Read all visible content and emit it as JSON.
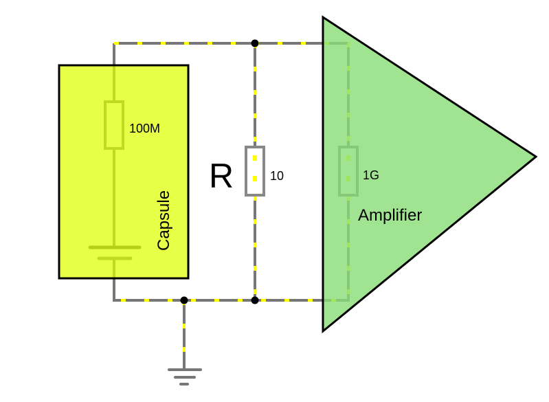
{
  "labels": {
    "capsule": "Capsule",
    "amplifier": "Amplifier",
    "r_symbol": "R",
    "r_capsule_value": "100M",
    "r_load_value": "10",
    "r_amp_value": "1G"
  },
  "colors": {
    "wire": "#777777",
    "current_dash": "#ffff00",
    "capsule_fill": "#ddff00",
    "amplifier_fill": "#88dd77"
  },
  "icons": [
    "ground-icon",
    "capacitor-icon",
    "resistor-icon",
    "junction-dot"
  ]
}
